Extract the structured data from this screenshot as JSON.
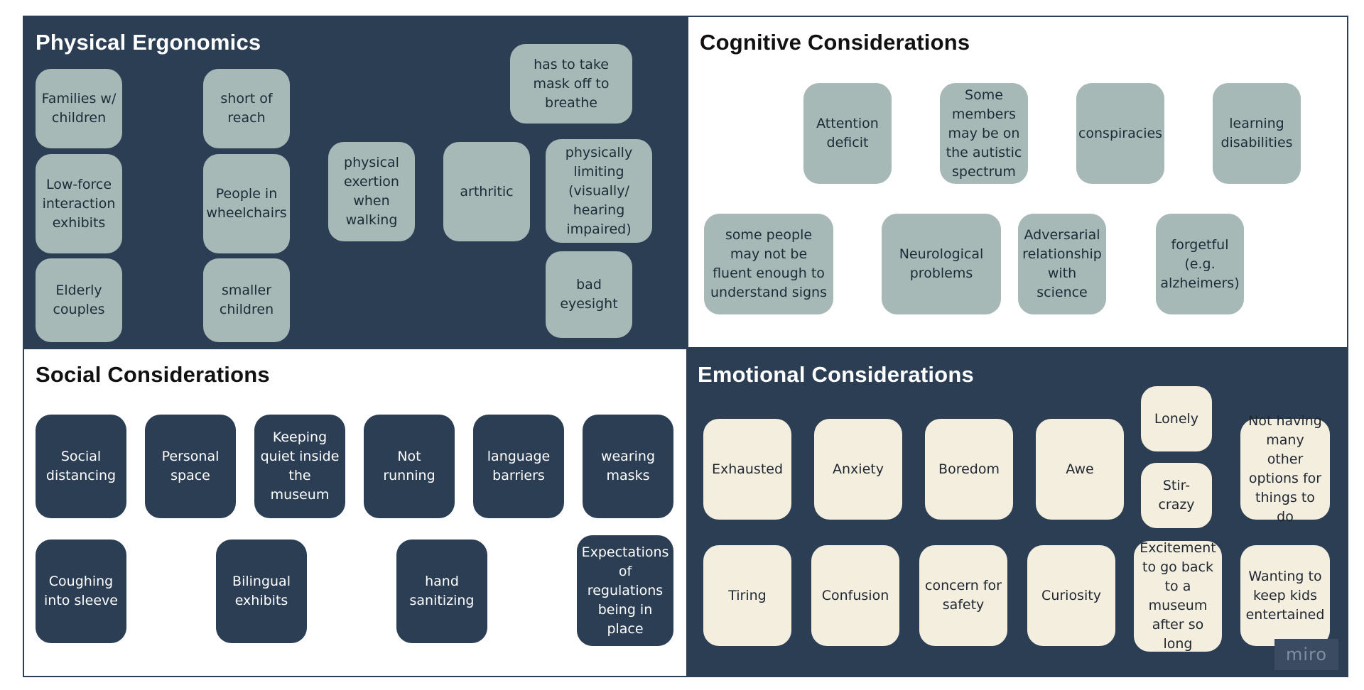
{
  "physical": {
    "title": "Physical Ergonomics",
    "notes": [
      "Families w/ children",
      "short of reach",
      "has to take mask off to breathe",
      "Low-force interaction exhibits",
      "People in wheelchairs",
      "physical exertion when walking",
      "arthritic",
      "physically limiting (visually/ hearing impaired)",
      "Elderly couples",
      "smaller children",
      "bad eyesight"
    ]
  },
  "cognitive": {
    "title": "Cognitive Considerations",
    "notes": [
      "Attention deficit",
      "Some members may be on the autistic spectrum",
      "conspiracies",
      "learning disabilities",
      "some people may not be fluent enough to understand signs",
      "Neurological problems",
      "Adversarial relationship with science",
      "forgetful (e.g. alzheimers)"
    ]
  },
  "social": {
    "title": "Social Considerations",
    "notes": [
      "Social distancing",
      "Personal space",
      "Keeping quiet inside the museum",
      "Not running",
      "language barriers",
      "wearing masks",
      "Coughing into sleeve",
      "Bilingual exhibits",
      "hand sanitizing",
      "Expectations of regulations being in place"
    ]
  },
  "emotional": {
    "title": "Emotional Considerations",
    "notes": [
      "Exhausted",
      "Anxiety",
      "Boredom",
      "Awe",
      "Lonely",
      "Stir-crazy",
      "Not having many other options for things to do",
      "Tiring",
      "Confusion",
      "concern for safety",
      "Curiosity",
      "Excitement to go back to a museum after so long",
      "Wanting to keep kids entertained"
    ]
  },
  "watermark": "miro",
  "colors": {
    "dark_panel": "#2c3e54",
    "gray_note": "#a7b9b7",
    "navy_note": "#2c3e54",
    "cream_note": "#f4eedf"
  }
}
